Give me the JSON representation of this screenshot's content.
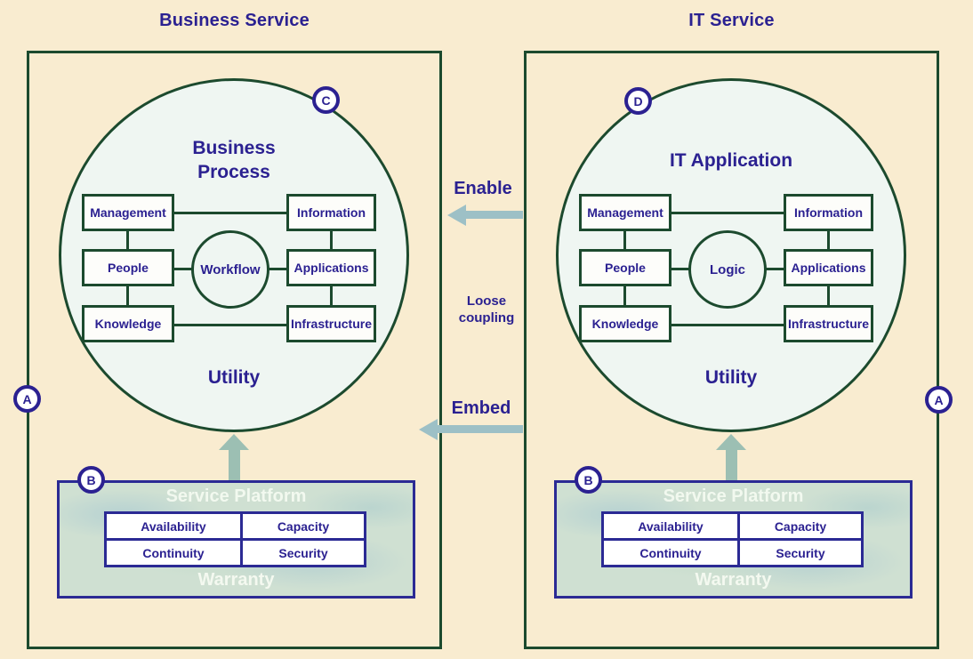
{
  "figure": {
    "type": "service-model-diagram",
    "connectors": {
      "enable_label": "Enable",
      "embed_label": "Embed",
      "loose_coupling_line1": "Loose",
      "loose_coupling_line2": "coupling"
    },
    "panels": [
      {
        "title": "Business Service",
        "badge_top": "C",
        "badge_side": "A",
        "badge_platform": "B",
        "circle_title_line1": "Business",
        "circle_title_line2": "Process",
        "hub_label": "Workflow",
        "utility_label": "Utility",
        "nodes": {
          "management": "Management",
          "people": "People",
          "knowledge": "Knowledge",
          "information": "Information",
          "applications": "Applications",
          "infrastructure": "Infrastructure"
        },
        "platform": {
          "title": "Service Platform",
          "warranty_label": "Warranty",
          "cells": [
            "Availability",
            "Capacity",
            "Continuity",
            "Security"
          ]
        }
      },
      {
        "title": "IT Service",
        "badge_top": "D",
        "badge_side": "A",
        "badge_platform": "B",
        "circle_title_line1": "IT Application",
        "circle_title_line2": "",
        "hub_label": "Logic",
        "utility_label": "Utility",
        "nodes": {
          "management": "Management",
          "people": "People",
          "knowledge": "Knowledge",
          "information": "Information",
          "applications": "Applications",
          "infrastructure": "Infrastructure"
        },
        "platform": {
          "title": "Service Platform",
          "warranty_label": "Warranty",
          "cells": [
            "Availability",
            "Capacity",
            "Continuity",
            "Security"
          ]
        }
      }
    ],
    "colors": {
      "page_background": "#f9ecd0",
      "line_green": "#1c4a2e",
      "text_navy": "#2b2191",
      "circle_fill": "#eff6f2",
      "platform_fill": "#cfe0d2",
      "platform_border": "#2b2a94",
      "horizontal_arrow": "#9dc0c6",
      "vertical_arrow": "#9cbfb3",
      "light_text": "#f4f9f0"
    }
  }
}
